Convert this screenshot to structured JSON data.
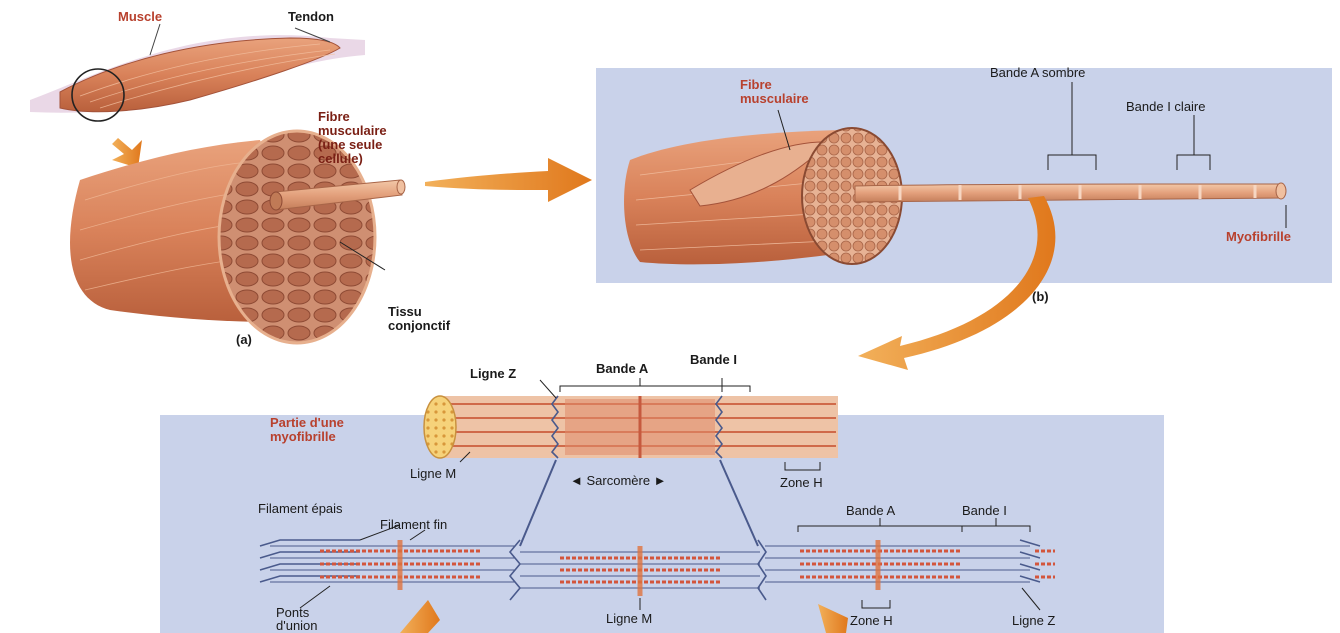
{
  "labels": {
    "muscle": "Muscle",
    "tendon": "Tendon",
    "fibre_cell": [
      "Fibre",
      "musculaire",
      "(une seule",
      "cellule)"
    ],
    "tissu": [
      "Tissu",
      "conjonctif"
    ],
    "panel_a": "(a)",
    "fibre_b": [
      "Fibre",
      "musculaire"
    ],
    "bande_a_sombre": "Bande A sombre",
    "bande_i_claire": "Bande I claire",
    "myofibrille": "Myofibrille",
    "panel_b": "(b)",
    "bande_i_top": "Bande I",
    "bande_a_top": "Bande A",
    "ligne_z_top": "Ligne Z",
    "partie": [
      "Partie d'une",
      "myofibrille"
    ],
    "ligne_m_mid": "Ligne M",
    "sarcomere": "◄ Sarcomère ►",
    "zone_h_mid": "Zone H",
    "filament_epais": "Filament épais",
    "filament_fin": "Filament fin",
    "bande_a_right": "Bande A",
    "bande_i_right": "Bande I",
    "ponts": [
      "Ponts",
      "d'union"
    ],
    "ligne_m_bottom": "Ligne M",
    "zone_h_bottom": "Zone H",
    "ligne_z_bottom": "Ligne Z"
  },
  "colors": {
    "panel_bg": "#c9d2ea",
    "muscle": "#d9825a",
    "arrow": "#e88a2a",
    "label_red": "#b8412e"
  }
}
